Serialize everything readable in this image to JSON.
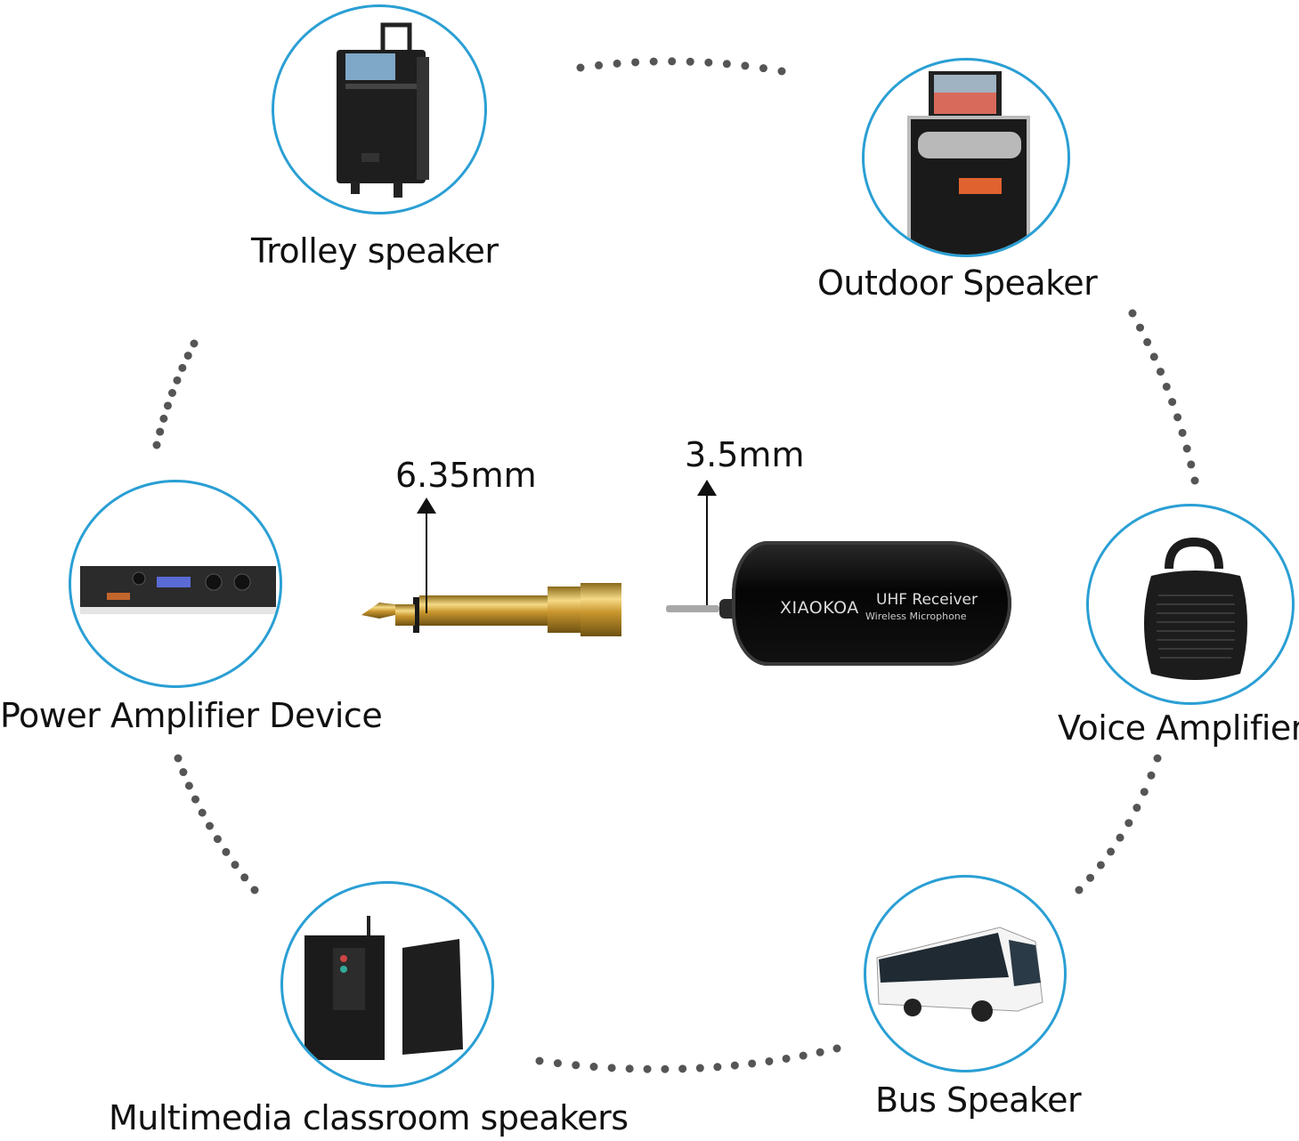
{
  "center": {
    "adapter_dimension": "6.35mm",
    "receiver_dimension": "3.5mm",
    "receiver_brand": "XIAOKOA",
    "receiver_model": "UHF Receiver",
    "receiver_subtitle": "Wireless Microphone"
  },
  "devices": [
    {
      "id": "trolley",
      "label": "Trolley speaker",
      "icon": "trolley-speaker-icon"
    },
    {
      "id": "outdoor",
      "label": "Outdoor Speaker",
      "icon": "outdoor-speaker-icon"
    },
    {
      "id": "power-amp",
      "label": "Power Amplifier Device",
      "icon": "power-amplifier-icon"
    },
    {
      "id": "voice-amp",
      "label": "Voice Amplifier",
      "icon": "voice-amplifier-icon"
    },
    {
      "id": "classroom",
      "label": "Multimedia classroom speakers",
      "icon": "classroom-speakers-icon"
    },
    {
      "id": "bus",
      "label": "Bus Speaker",
      "icon": "bus-icon"
    }
  ],
  "colors": {
    "circle_border": "#2a9fd4",
    "dots": "#555555",
    "gold": "#d4a73a"
  }
}
